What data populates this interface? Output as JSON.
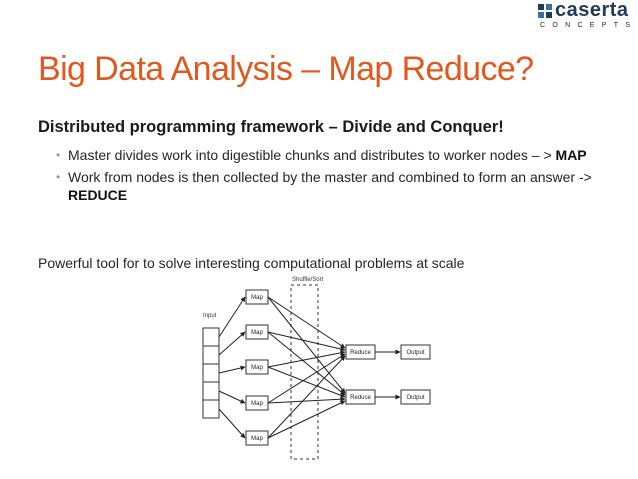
{
  "brand": {
    "name": "caserta",
    "sub": "CONCEPTS",
    "color": "#1f3b5a"
  },
  "slide": {
    "title": "Big Data Analysis – Map Reduce?",
    "title_color": "#e1581e",
    "subheading": "Distributed programming framework – Divide and Conquer!",
    "bullets": [
      {
        "text": "Master divides work into digestible chunks and distributes to worker nodes – > ",
        "bold": "MAP"
      },
      {
        "text": "Work from nodes is then collected by the master and combined to form an answer -> ",
        "bold": "REDUCE"
      }
    ],
    "tagline": "Powerful tool for to solve interesting computational problems at scale"
  },
  "diagram": {
    "input_label": "Input",
    "shuffle_label": "Shuffle/Sort",
    "map_label": "Map",
    "reduce_label": "Reduce",
    "output_label": "Output"
  }
}
